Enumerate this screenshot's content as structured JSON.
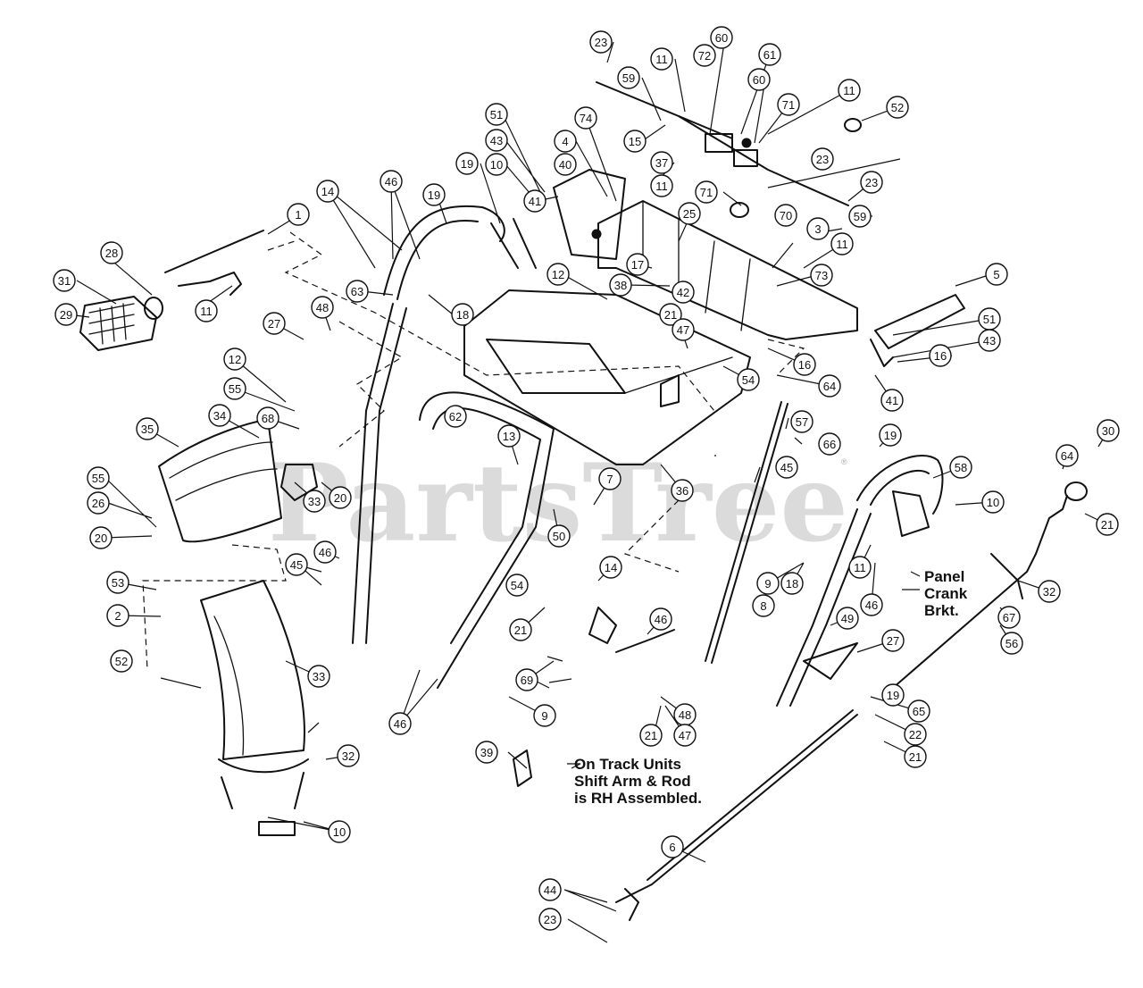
{
  "watermark": {
    "text": "PartsTree",
    "mark": "®"
  },
  "notes": {
    "panel_crank": [
      "Panel",
      "Crank",
      "Brkt."
    ],
    "track_units": [
      "On Track Units",
      "Shift Arm & Rod",
      "is RH Assembled."
    ]
  },
  "callouts": [
    {
      "label": "23"
    },
    {
      "label": "59"
    },
    {
      "label": "11"
    },
    {
      "label": "72"
    },
    {
      "label": "60"
    },
    {
      "label": "61"
    },
    {
      "label": "60"
    },
    {
      "label": "71"
    },
    {
      "label": "11"
    },
    {
      "label": "52"
    },
    {
      "label": "51"
    },
    {
      "label": "74"
    },
    {
      "label": "43"
    },
    {
      "label": "4"
    },
    {
      "label": "15"
    },
    {
      "label": "10"
    },
    {
      "label": "40"
    },
    {
      "label": "37"
    },
    {
      "label": "23"
    },
    {
      "label": "23"
    },
    {
      "label": "19"
    },
    {
      "label": "41"
    },
    {
      "label": "11"
    },
    {
      "label": "71"
    },
    {
      "label": "59"
    },
    {
      "label": "14"
    },
    {
      "label": "46"
    },
    {
      "label": "19"
    },
    {
      "label": "25"
    },
    {
      "label": "70"
    },
    {
      "label": "1"
    },
    {
      "label": "3"
    },
    {
      "label": "11"
    },
    {
      "label": "28"
    },
    {
      "label": "17"
    },
    {
      "label": "5"
    },
    {
      "label": "31"
    },
    {
      "label": "12"
    },
    {
      "label": "73"
    },
    {
      "label": "38"
    },
    {
      "label": "42"
    },
    {
      "label": "29"
    },
    {
      "label": "11"
    },
    {
      "label": "63"
    },
    {
      "label": "21"
    },
    {
      "label": "18"
    },
    {
      "label": "51"
    },
    {
      "label": "43"
    },
    {
      "label": "27"
    },
    {
      "label": "48"
    },
    {
      "label": "47"
    },
    {
      "label": "16"
    },
    {
      "label": "16"
    },
    {
      "label": "54"
    },
    {
      "label": "12"
    },
    {
      "label": "64"
    },
    {
      "label": "41"
    },
    {
      "label": "55"
    },
    {
      "label": "68"
    },
    {
      "label": "62"
    },
    {
      "label": "34"
    },
    {
      "label": "35"
    },
    {
      "label": "13"
    },
    {
      "label": "57"
    },
    {
      "label": "66"
    },
    {
      "label": "19"
    },
    {
      "label": "30"
    },
    {
      "label": "20"
    },
    {
      "label": "55"
    },
    {
      "label": "45"
    },
    {
      "label": "58"
    },
    {
      "label": "64"
    },
    {
      "label": "26"
    },
    {
      "label": "36"
    },
    {
      "label": "33"
    },
    {
      "label": "20"
    },
    {
      "label": "7"
    },
    {
      "label": "50"
    },
    {
      "label": "46"
    },
    {
      "label": "10"
    },
    {
      "label": "21"
    },
    {
      "label": "45"
    },
    {
      "label": "9"
    },
    {
      "label": "54"
    },
    {
      "label": "18"
    },
    {
      "label": "11"
    },
    {
      "label": "32"
    },
    {
      "label": "46"
    },
    {
      "label": "14"
    },
    {
      "label": "53"
    },
    {
      "label": "8"
    },
    {
      "label": "46"
    },
    {
      "label": "2"
    },
    {
      "label": "21"
    },
    {
      "label": "67"
    },
    {
      "label": "69"
    },
    {
      "label": "27"
    },
    {
      "label": "49"
    },
    {
      "label": "56"
    },
    {
      "label": "52"
    },
    {
      "label": "33"
    },
    {
      "label": "48"
    },
    {
      "label": "9"
    },
    {
      "label": "65"
    },
    {
      "label": "19"
    },
    {
      "label": "21"
    },
    {
      "label": "47"
    },
    {
      "label": "22"
    },
    {
      "label": "46"
    },
    {
      "label": "39"
    },
    {
      "label": "21"
    },
    {
      "label": "32"
    },
    {
      "label": "10"
    },
    {
      "label": "6"
    },
    {
      "label": "44"
    },
    {
      "label": "23"
    }
  ]
}
